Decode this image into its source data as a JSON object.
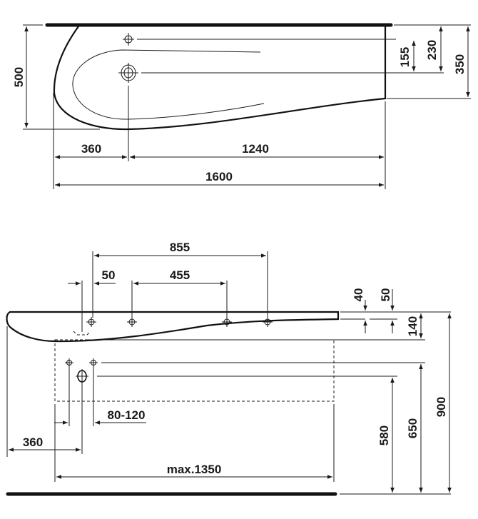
{
  "top_view": {
    "dims": {
      "depth": "500",
      "tap_to_drain": "155",
      "wall_to_drain": "230",
      "wall_to_right_end": "350",
      "left_to_drain": "360",
      "drain_to_right": "1240",
      "total_width": "1600"
    }
  },
  "side_view": {
    "dims": {
      "hole_span_outer": "855",
      "hole_offset": "50",
      "hole_span_inner": "455",
      "rim_40": "40",
      "rim_50": "50",
      "depth_140": "140",
      "supply_spacing": "80-120",
      "left_to_drain": "360",
      "max_width": "max.1350",
      "drain_height": "580",
      "supply_height": "650",
      "rim_height": "900"
    }
  }
}
